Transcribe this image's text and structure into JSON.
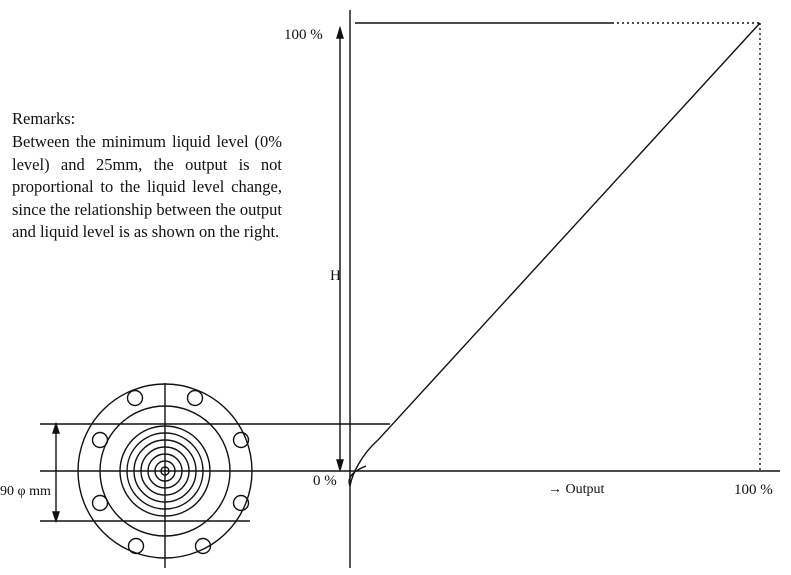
{
  "remarks": {
    "title": "Remarks:",
    "body": "Between the minimum liquid level (0% level) and 25mm, the output is not proportional to the liquid level change, since the relationship between the output and liquid level is as shown on the right."
  },
  "labels": {
    "y_top": "100 %",
    "y_zero": "0 %",
    "height": "H",
    "x_axis": "→ Output",
    "x_end": "100 %",
    "diameter": "90 φ mm"
  }
}
